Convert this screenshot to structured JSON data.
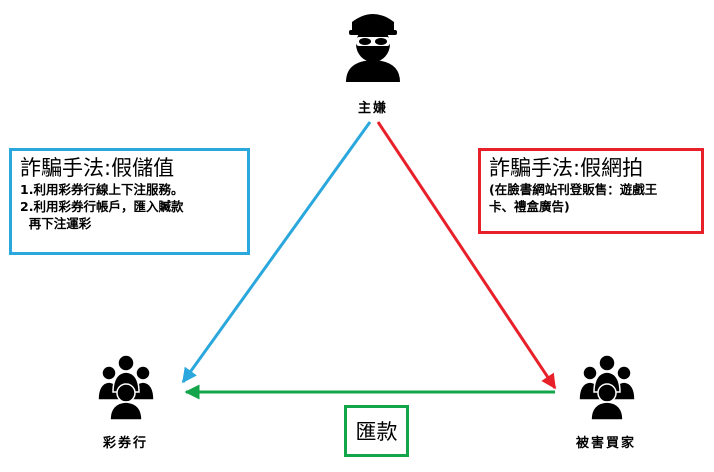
{
  "nodes": {
    "top": {
      "label": "主嫌",
      "icon": "masked-person-icon"
    },
    "left": {
      "label": "彩券行",
      "icon": "group-of-people-icon"
    },
    "right": {
      "label": "被害買家",
      "icon": "group-of-people-icon"
    }
  },
  "boxes": {
    "left": {
      "title": "詐騙手法:假儲值",
      "lines": [
        "1.利用彩券行線上下注服務。",
        "2.利用彩券行帳戶，匯入贓款",
        "  再下注運彩"
      ]
    },
    "right": {
      "title": "詐騙手法:假網拍",
      "lines": [
        "(在臉書網站刊登販售：遊戲王",
        "卡、禮盒廣告)"
      ]
    },
    "bottom": {
      "label": "匯款"
    }
  },
  "colors": {
    "blue": "#2aa7dc",
    "red": "#e8202a",
    "green": "#12a54a",
    "icon": "#000000"
  }
}
